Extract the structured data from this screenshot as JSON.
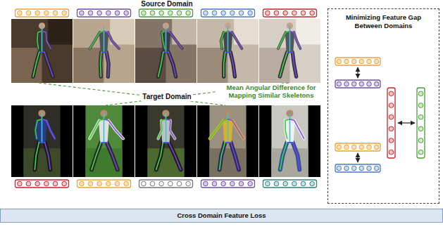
{
  "diagram": {
    "nodes": [
      {
        "text": [
          "Minimizing Feature Gap Between Domains"
        ]
      },
      {
        "text": [
          "Cross Domain Feature Loss"
        ]
      }
    ],
    "labels": [
      "Source Domain",
      "Target Domain",
      "Mean Angular Difference for Mapping Similar Skeletons"
    ]
  }
}
